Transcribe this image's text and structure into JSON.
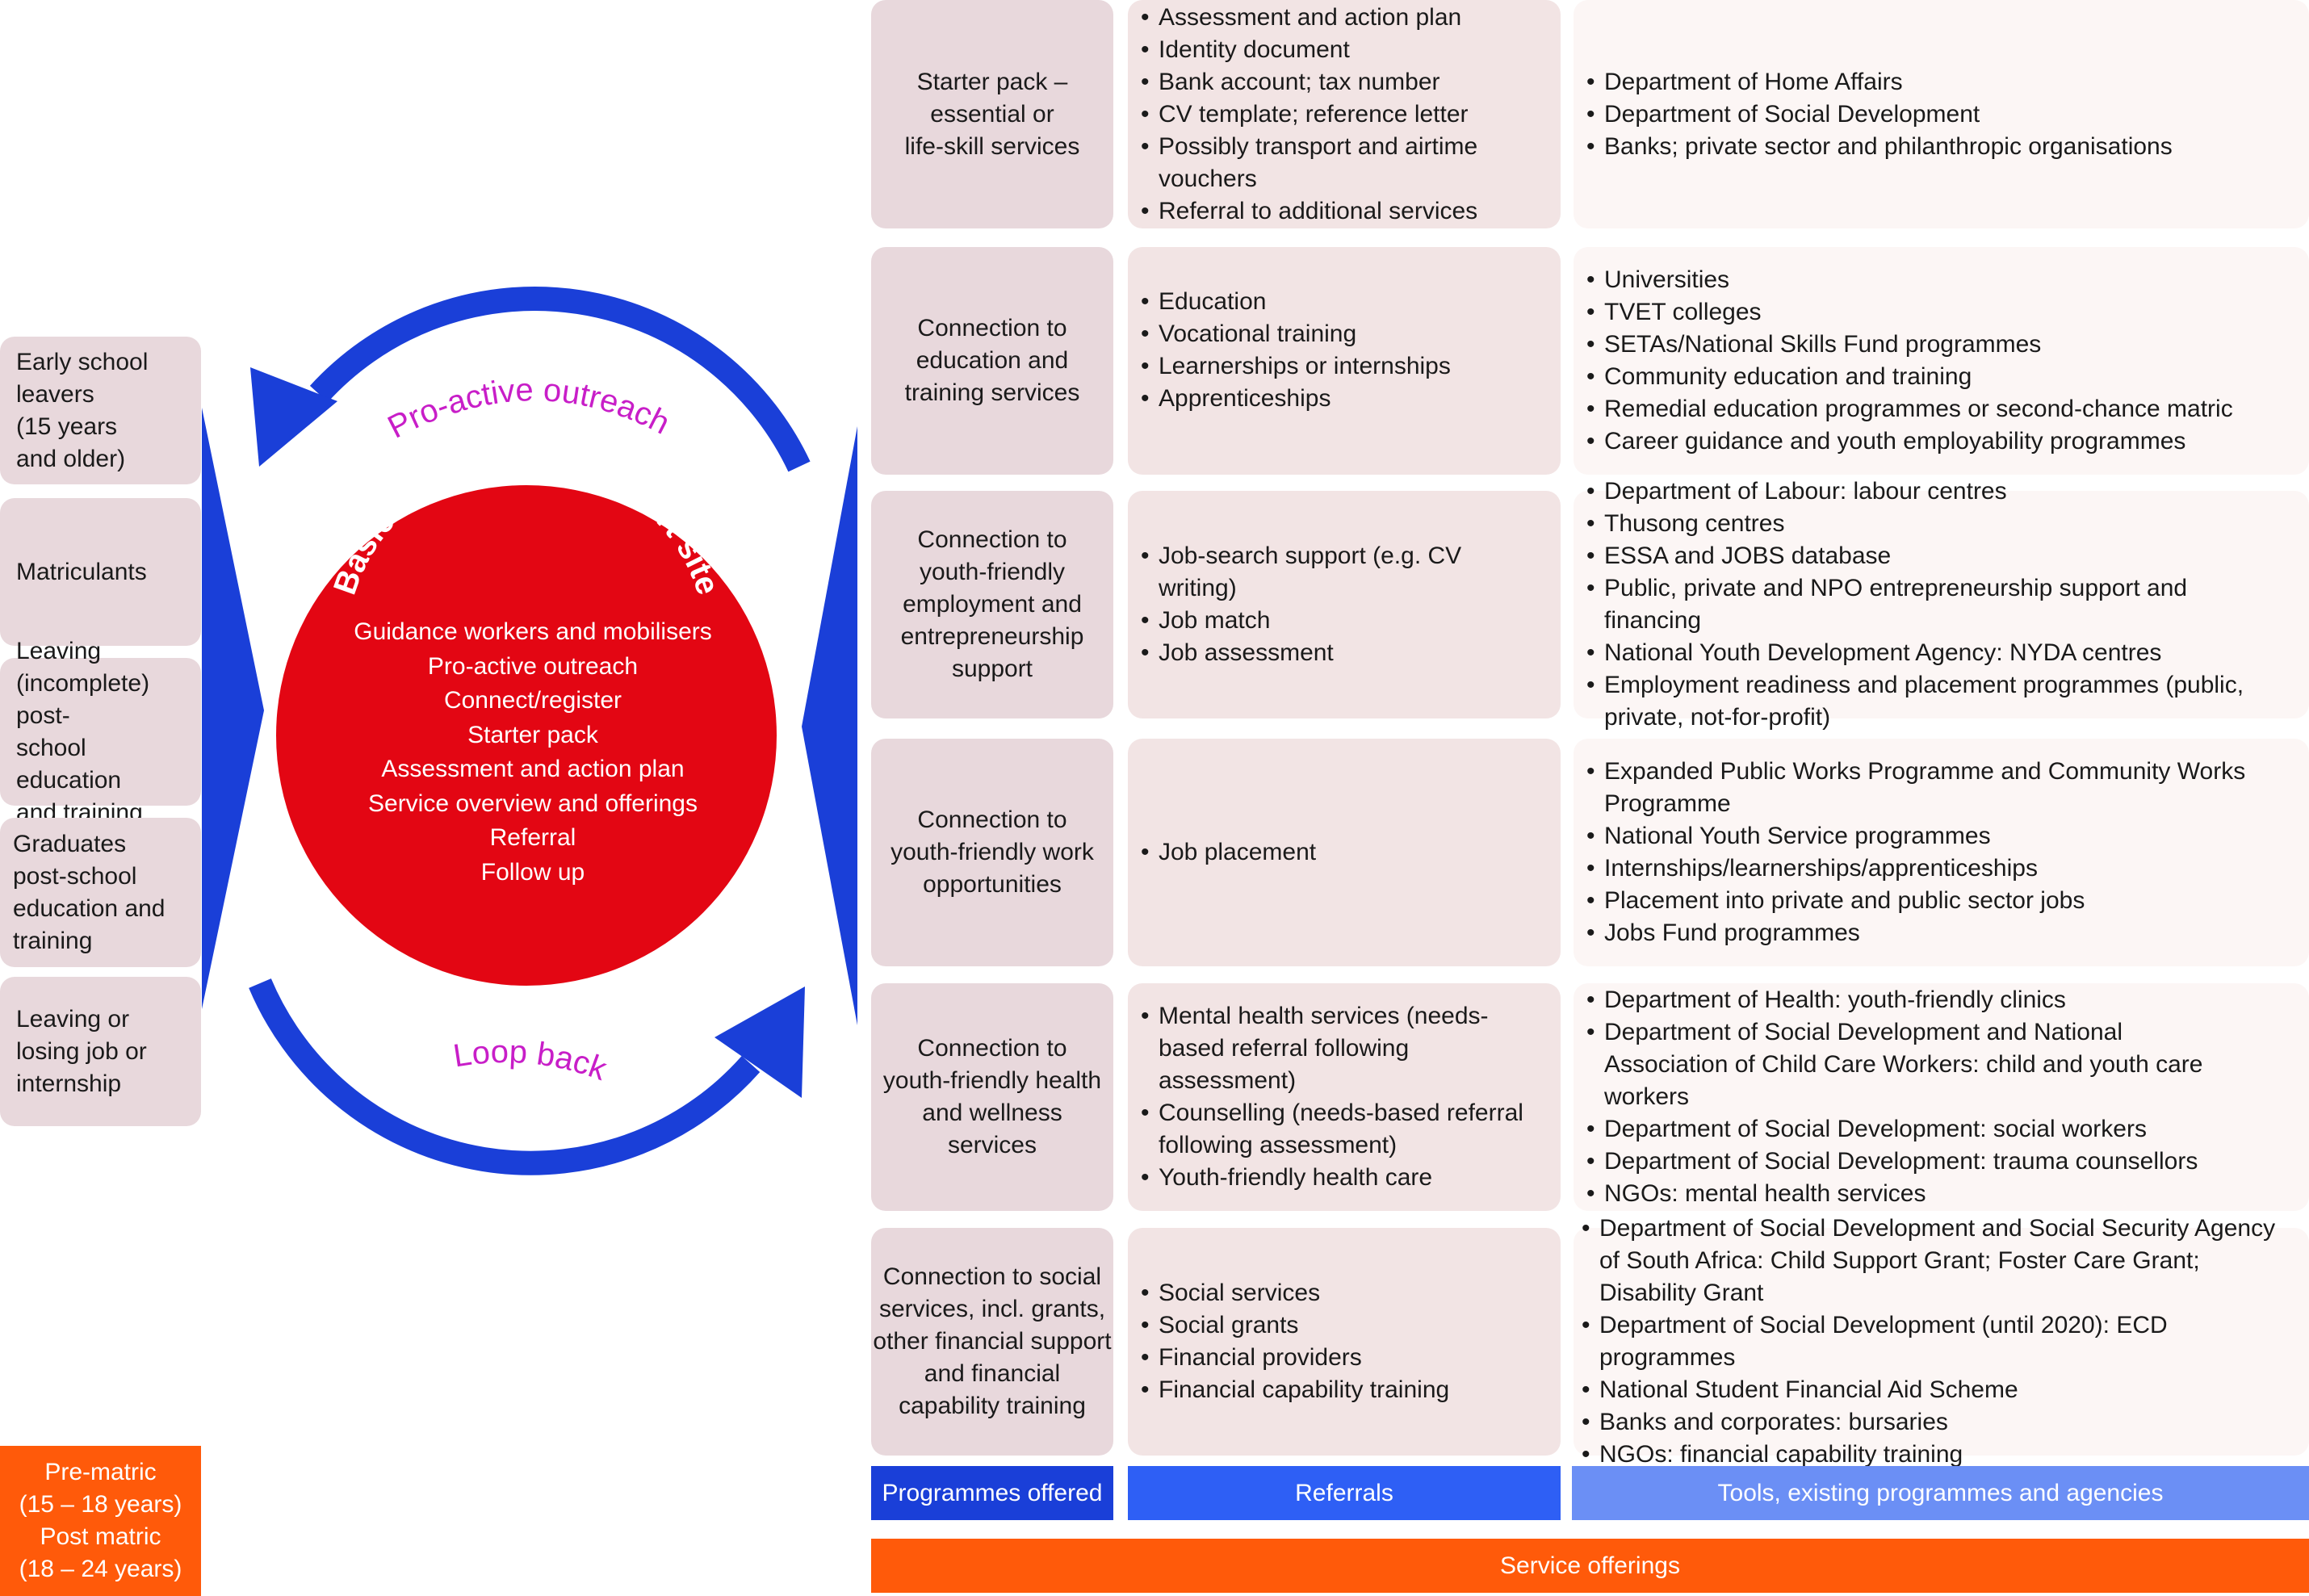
{
  "colors": {
    "arrow_blue": "#1a3fd8",
    "circle_red": "#e30613",
    "label_magenta": "#c81ec8",
    "orange": "#ff5a0a",
    "legend_programmes": "#1a3fd8",
    "legend_referrals": "#2e5ff5",
    "legend_tools": "#6b8ff5",
    "box_pink": "#e8d8dc"
  },
  "left_groups": [
    "Early school\nleavers\n(15 years\nand older)",
    "Matriculants",
    "Leaving\n(incomplete) post-\nschool education\nand training",
    "Graduates\npost-school\neducation and\ntraining",
    "Leaving or\nlosing job or\ninternship"
  ],
  "age_labels": [
    "Pre-matric",
    "(15 – 18 years)",
    "Post matric",
    "(18 – 24 years)"
  ],
  "arrows": {
    "top_label": "Pro-active outreach",
    "bottom_label": "Loop back"
  },
  "circle": {
    "title": "Basic Package of Support site",
    "items": [
      "Guidance workers and mobilisers",
      "Pro-active outreach",
      "Connect/register",
      "Starter pack",
      "Assessment and action plan",
      "Service overview and offerings",
      "Referral",
      "Follow up"
    ]
  },
  "rows": [
    {
      "programme": "Starter pack –\nessential or\nlife-skill services",
      "referrals": [
        "Assessment and action plan",
        "Identity document",
        "Bank account; tax number",
        "CV template; reference letter",
        "Possibly transport and airtime vouchers",
        "Referral to additional services"
      ],
      "tools": [
        "Department of Home Affairs",
        "Department of Social Development",
        "Banks; private sector and philanthropic organisations"
      ]
    },
    {
      "programme": "Connection to\neducation and\ntraining services",
      "referrals": [
        "Education",
        "Vocational training",
        "Learnerships or internships",
        "Apprenticeships"
      ],
      "tools": [
        "Universities",
        "TVET colleges",
        "SETAs/National Skills Fund programmes",
        "Community education and training",
        "Remedial education programmes or second-chance matric",
        "Career guidance and youth employability programmes"
      ]
    },
    {
      "programme": "Connection to\nyouth-friendly\nemployment and\nentrepreneurship\nsupport",
      "referrals": [
        "Job-search support (e.g. CV writing)",
        "Job match",
        "Job assessment"
      ],
      "tools": [
        "Department of Labour: labour centres",
        "Thusong centres",
        "ESSA and JOBS database",
        "Public, private and NPO entrepreneurship support and financing",
        "National Youth Development Agency: NYDA centres",
        "Employment readiness and placement programmes (public, private, not-for-profit)"
      ]
    },
    {
      "programme": "Connection to\nyouth-friendly work\nopportunities",
      "referrals": [
        "Job placement"
      ],
      "tools": [
        "Expanded Public Works Programme and Community Works Programme",
        "National Youth Service programmes",
        "Internships/learnerships/apprenticeships",
        "Placement into private and public sector jobs",
        "Jobs Fund programmes"
      ]
    },
    {
      "programme": "Connection to\nyouth-friendly health\nand wellness\nservices",
      "referrals": [
        "Mental health services (needs-based referral following assessment)",
        "Counselling (needs-based referral following assessment)",
        "Youth-friendly health care"
      ],
      "tools": [
        "Department of Health: youth-friendly clinics",
        "Department of Social Development and National Association of Child Care Workers: child and youth care workers",
        "Department of Social Development: social workers",
        "Department of Social Development: trauma counsellors",
        "NGOs: mental health services"
      ]
    },
    {
      "programme": "Connection to social\nservices, incl. grants,\nother financial support\nand financial\ncapability training",
      "referrals": [
        "Social services",
        "Social grants",
        "Financial providers",
        "Financial capability training"
      ],
      "tools": [
        "Department of Social Development and Social Security Agency of South Africa: Child Support Grant; Foster Care Grant; Disability Grant",
        "Department of Social Development (until 2020): ECD programmes",
        "National Student Financial Aid Scheme",
        "Banks and corporates: bursaries",
        "NGOs: financial capability training"
      ]
    }
  ],
  "legend": {
    "programmes": "Programmes offered",
    "referrals": "Referrals",
    "tools": "Tools, existing programmes and agencies",
    "service_offerings": "Service offerings"
  }
}
